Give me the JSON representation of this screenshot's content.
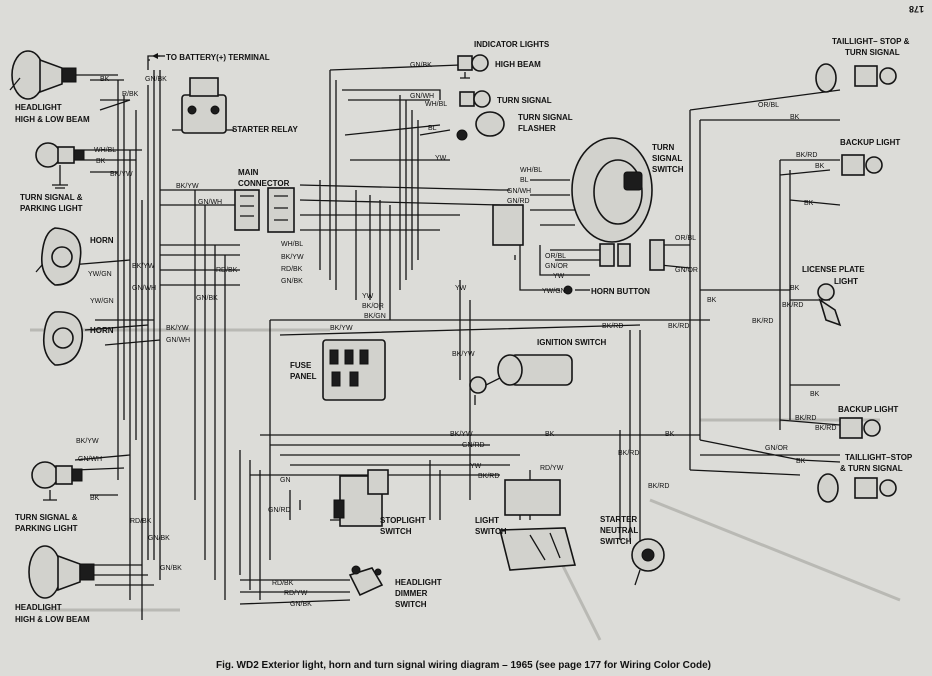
{
  "page_number": "178",
  "caption": "Fig. WD2 Exterior light, horn and turn signal wiring diagram – 1965 (see page 177 for Wiring Color Code)",
  "components": {
    "headlight_top": [
      "HEADLIGHT",
      "HIGH & LOW BEAM"
    ],
    "turn_signal_parking_top": [
      "TURN SIGNAL &",
      "PARKING LIGHT"
    ],
    "horn_upper": "HORN",
    "horn_lower": "HORN",
    "turn_signal_parking_bottom": [
      "TURN SIGNAL &",
      "PARKING LIGHT"
    ],
    "headlight_bottom": [
      "HEADLIGHT",
      "HIGH & LOW BEAM"
    ],
    "battery_terminal": "TO BATTERY(+) TERMINAL",
    "starter_relay": "STARTER RELAY",
    "main_connector": [
      "MAIN",
      "CONNECTOR"
    ],
    "fuse_panel": [
      "FUSE",
      "PANEL"
    ],
    "indicator_lights": "INDICATOR LIGHTS",
    "high_beam": "HIGH BEAM",
    "turn_signal": "TURN SIGNAL",
    "turn_signal_flasher": [
      "TURN SIGNAL",
      "FLASHER"
    ],
    "turn_signal_switch": [
      "TURN",
      "SIGNAL",
      "SWITCH"
    ],
    "horn_button": "HORN BUTTON",
    "ignition_switch": "IGNITION SWITCH",
    "stoplight_switch": [
      "STOPLIGHT",
      "SWITCH"
    ],
    "light_switch": [
      "LIGHT",
      "SWITCH"
    ],
    "starter_neutral_switch": [
      "STARTER",
      "NEUTRAL",
      "SWITCH"
    ],
    "headlight_dimmer_switch": [
      "HEADLIGHT",
      "DIMMER",
      "SWITCH"
    ],
    "taillight_top": [
      "TAILLIGHT– STOP &",
      "TURN SIGNAL"
    ],
    "backup_light_top": "BACKUP LIGHT",
    "license_plate_light": [
      "LICENSE PLATE",
      "LIGHT"
    ],
    "backup_light_bottom": "BACKUP LIGHT",
    "taillight_bottom": [
      "TAILLIGHT–STOP",
      "& TURN SIGNAL"
    ]
  },
  "wire_labels": [
    {
      "id": "w1",
      "text": "BK"
    },
    {
      "id": "w2",
      "text": "GN/BK"
    },
    {
      "id": "w3",
      "text": "R/BK"
    },
    {
      "id": "w4",
      "text": "WH/BL"
    },
    {
      "id": "w5",
      "text": "BK"
    },
    {
      "id": "w6",
      "text": "BK/YW"
    },
    {
      "id": "w7",
      "text": "BK/YW"
    },
    {
      "id": "w8",
      "text": "GN/WH"
    },
    {
      "id": "w9",
      "text": "BK/YW"
    },
    {
      "id": "w10",
      "text": "YW/GN"
    },
    {
      "id": "w11",
      "text": "GN/WH"
    },
    {
      "id": "w12",
      "text": "YW/GN"
    },
    {
      "id": "w13",
      "text": "GN/WH"
    },
    {
      "id": "w14",
      "text": "RD/BK"
    },
    {
      "id": "w15",
      "text": "GN/BK"
    },
    {
      "id": "w16",
      "text": "WH/BL"
    },
    {
      "id": "w17",
      "text": "BK/YW"
    },
    {
      "id": "w18",
      "text": "RD/BK"
    },
    {
      "id": "w19",
      "text": "GN/BK"
    },
    {
      "id": "w20",
      "text": "BK/YW"
    },
    {
      "id": "w21",
      "text": "BK/YW"
    },
    {
      "id": "w22",
      "text": "GN/WH"
    },
    {
      "id": "w23",
      "text": "BK"
    },
    {
      "id": "w24",
      "text": "RD/BK"
    },
    {
      "id": "w25",
      "text": "GN/BK"
    },
    {
      "id": "w26",
      "text": "GN/BK"
    },
    {
      "id": "w27",
      "text": "GN/BK"
    },
    {
      "id": "w28",
      "text": "GN/WH"
    },
    {
      "id": "w29",
      "text": "WH/BL"
    },
    {
      "id": "w30",
      "text": "BL"
    },
    {
      "id": "w31",
      "text": "YW"
    },
    {
      "id": "w32",
      "text": "WH/BL"
    },
    {
      "id": "w33",
      "text": "BL"
    },
    {
      "id": "w34",
      "text": "GN/WH"
    },
    {
      "id": "w35",
      "text": "GN/RD"
    },
    {
      "id": "w36",
      "text": "OR/BL"
    },
    {
      "id": "w37",
      "text": "GN/OR"
    },
    {
      "id": "w38",
      "text": "YW"
    },
    {
      "id": "w39",
      "text": "YW/GN"
    },
    {
      "id": "w40",
      "text": "OR/BL"
    },
    {
      "id": "w41",
      "text": "GN/OR"
    },
    {
      "id": "w42",
      "text": "YW"
    },
    {
      "id": "w43",
      "text": "BK/OR"
    },
    {
      "id": "w44",
      "text": "BK/GN"
    },
    {
      "id": "w45",
      "text": "BK/YW"
    },
    {
      "id": "w46",
      "text": "YW"
    },
    {
      "id": "w47",
      "text": "BK/YW"
    },
    {
      "id": "w48",
      "text": "BK/RD"
    },
    {
      "id": "w49",
      "text": "BK/RD"
    },
    {
      "id": "w50",
      "text": "BK/YW"
    },
    {
      "id": "w51",
      "text": "GN/RD"
    },
    {
      "id": "w52",
      "text": "YW"
    },
    {
      "id": "w53",
      "text": "BK/RD"
    },
    {
      "id": "w54",
      "text": "RD/YW"
    },
    {
      "id": "w55",
      "text": "BK"
    },
    {
      "id": "w56",
      "text": "BK"
    },
    {
      "id": "w57",
      "text": "BK/RD"
    },
    {
      "id": "w58",
      "text": "BK/RD"
    },
    {
      "id": "w59",
      "text": "GN"
    },
    {
      "id": "w60",
      "text": "GN/RD"
    },
    {
      "id": "w61",
      "text": "RD/BK"
    },
    {
      "id": "w62",
      "text": "RD/YW"
    },
    {
      "id": "w63",
      "text": "GN/BK"
    },
    {
      "id": "w64",
      "text": "OR/BL"
    },
    {
      "id": "w65",
      "text": "BK"
    },
    {
      "id": "w66",
      "text": "BK/RD"
    },
    {
      "id": "w67",
      "text": "BK"
    },
    {
      "id": "w68",
      "text": "BK"
    },
    {
      "id": "w69",
      "text": "BK"
    },
    {
      "id": "w70",
      "text": "BK/RD"
    },
    {
      "id": "w71",
      "text": "BK/RD"
    },
    {
      "id": "w72",
      "text": "BK/RD"
    },
    {
      "id": "w73",
      "text": "BK/RD"
    },
    {
      "id": "w74",
      "text": "BK"
    },
    {
      "id": "w75",
      "text": "GN/OR"
    },
    {
      "id": "w76",
      "text": "BK"
    },
    {
      "id": "w77",
      "text": "BK"
    }
  ]
}
